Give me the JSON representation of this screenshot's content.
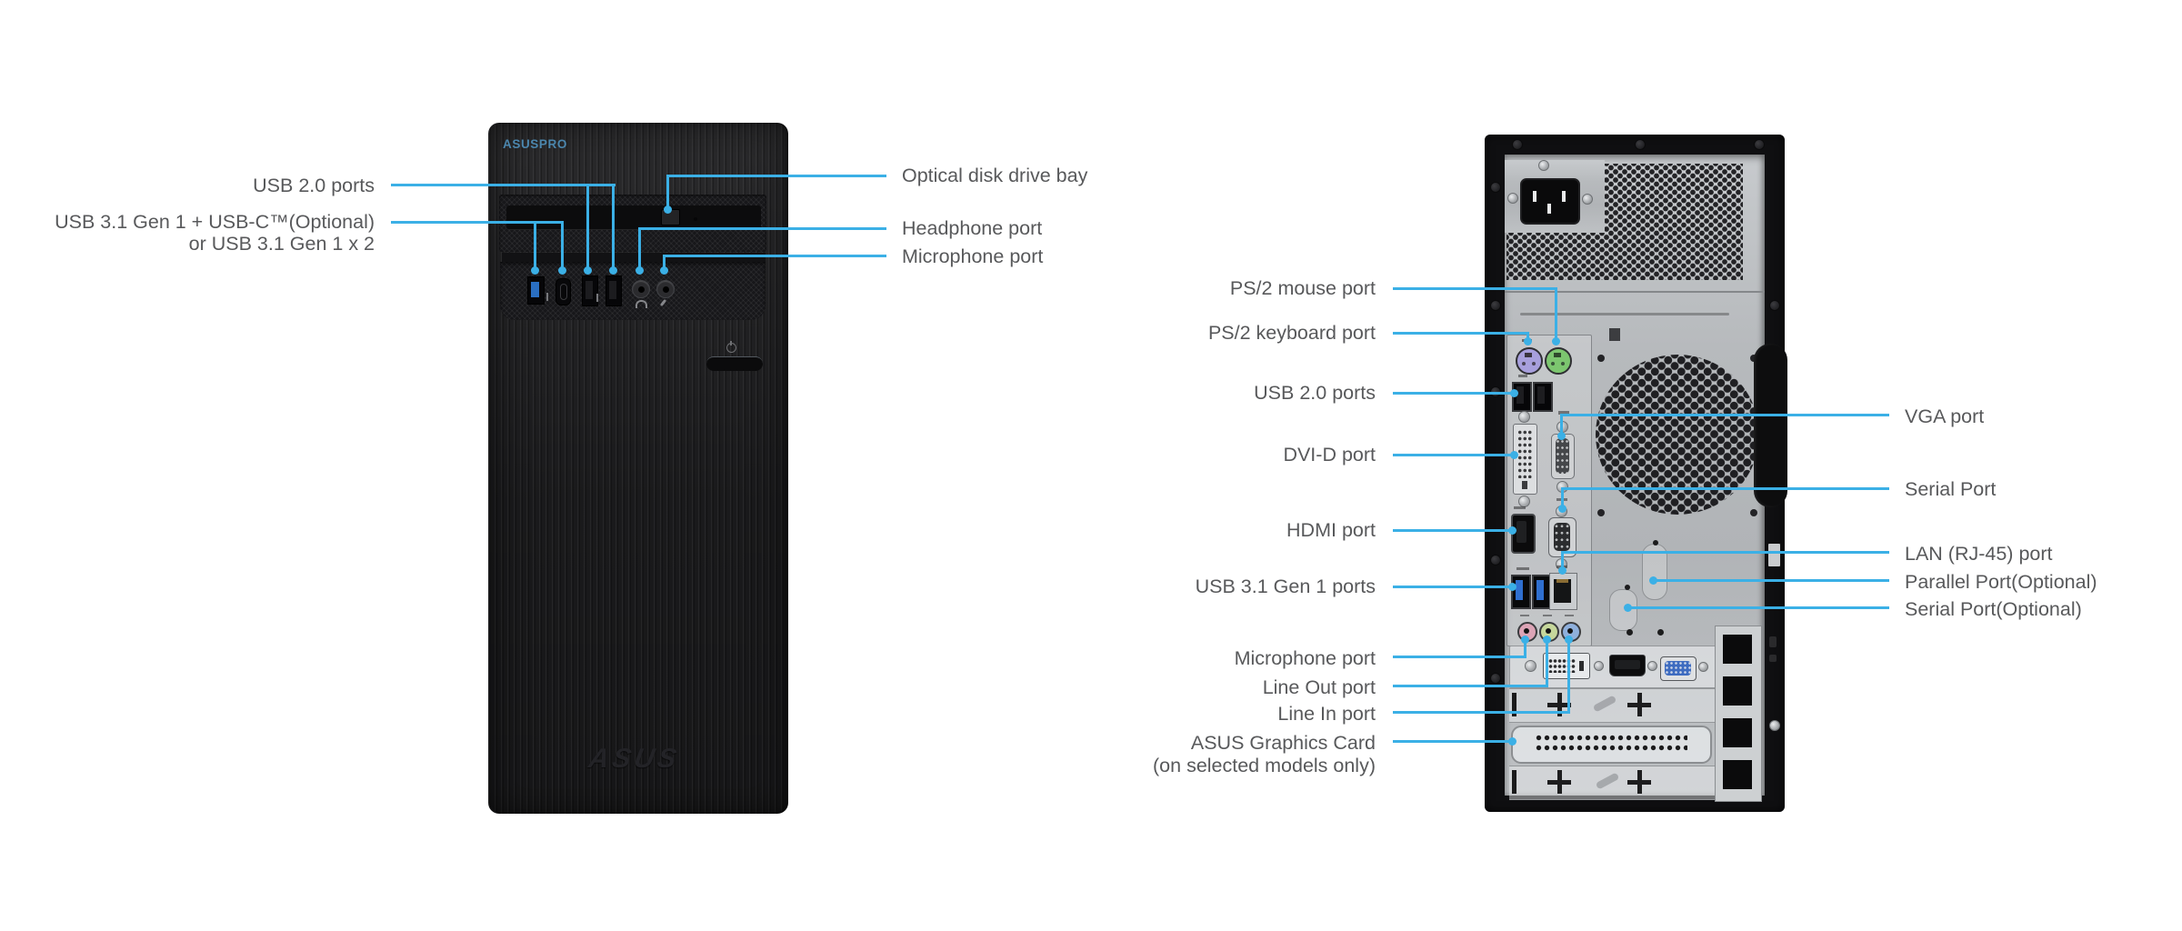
{
  "front": {
    "logo_top": "ASUSPRO",
    "logo_bottom": "ASUS",
    "label_usb20": "USB 2.0 ports",
    "label_usb31_line1": "USB 3.1 Gen 1 + USB-C™(Optional)",
    "label_usb31_line2": "or USB 3.1 Gen 1 x 2",
    "label_optical": "Optical disk drive bay",
    "label_headphone": "Headphone port",
    "label_microphone": "Microphone port"
  },
  "rear": {
    "label_ps2_mouse": "PS/2 mouse port",
    "label_ps2_keyboard": "PS/2 keyboard port",
    "label_usb20": "USB 2.0 ports",
    "label_dvid": "DVI-D port",
    "label_hdmi": "HDMI port",
    "label_usb31": "USB 3.1 Gen 1 ports",
    "label_microphone": "Microphone port",
    "label_lineout": "Line Out port",
    "label_linein": "Line In port",
    "label_gfx_line1": "ASUS Graphics Card",
    "label_gfx_line2": "(on selected models only)",
    "label_vga": "VGA port",
    "label_serial": "Serial Port",
    "label_lan": "LAN (RJ-45) port",
    "label_parallel": "Parallel Port(Optional)",
    "label_serial_opt": "Serial Port(Optional)"
  },
  "colors": {
    "leader_blue": "#3BB0E6",
    "label_text": "#58595B",
    "front_logo_blue": "#4B86AD",
    "ps2_mouse_green": "#7CC66F",
    "ps2_keyboard_purple": "#A79FDC",
    "audio_pink": "#DCA4B6",
    "audio_lime": "#C6D79B",
    "audio_blue": "#8FB0DC",
    "usb3_blue": "#2F6FD0"
  }
}
